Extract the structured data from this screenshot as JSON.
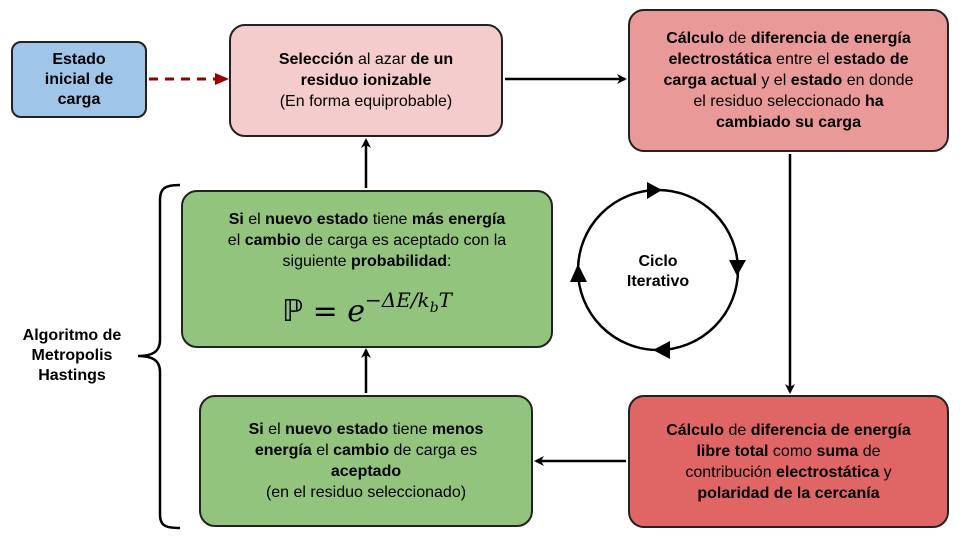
{
  "diagram": {
    "initial_state": {
      "line1": "Estado",
      "line2": "inicial de",
      "line3": "carga"
    },
    "selection": {
      "line1_bold_a": "Selección",
      "line1_mid": " al azar ",
      "line1_bold_b": "de un",
      "line2_bold": "residuo ionizable",
      "line3": "(En forma equiprobable)"
    },
    "electrostatic_calc": {
      "line1_bold_a": "Cálculo",
      "line1_mid": " de ",
      "line1_bold_b": "diferencia de energía",
      "line2_bold": "electrostática",
      "line2_mid": " entre el ",
      "line2_bold_b": "estado de",
      "line3_bold": "carga actual",
      "line3_mid": " y el ",
      "line3_bold_b": "estado",
      "line3_end": " en donde",
      "line4": "el residuo seleccionado ",
      "line4_bold": "ha",
      "line5_bold": "cambiado su carga"
    },
    "total_calc": {
      "line1_bold_a": "Cálculo",
      "line1_mid": " de ",
      "line1_bold_b": "diferencia de energía",
      "line2_bold": "libre total",
      "line2_mid": " como ",
      "line2_bold_b": "suma",
      "line2_end": " de",
      "line3": "contribución ",
      "line3_bold": "electrostática",
      "line3_end": " y",
      "line4_bold": "polaridad de la cercanía"
    },
    "less_energy": {
      "line1_bold_a": "Si",
      "line1_mid": " el ",
      "line1_bold_b": "nuevo estado",
      "line1_mid2": " tiene ",
      "line1_bold_c": "menos",
      "line2_bold": "energía",
      "line2_mid": " el ",
      "line2_bold_b": "cambio",
      "line2_end": " de carga es",
      "line3_bold": "aceptado",
      "line4": "(en el residuo seleccionado)"
    },
    "more_energy": {
      "line1_bold_a": "Si",
      "line1_mid": " el ",
      "line1_bold_b": "nuevo estado",
      "line1_mid2": " tiene ",
      "line1_bold_c": "más energía",
      "line2": "el ",
      "line2_bold": "cambio",
      "line2_end": " de carga es aceptado con la",
      "line3": "siguiente ",
      "line3_bold": "probabilidad",
      "line3_end": ":",
      "formula_lhs": "ℙ",
      "formula_eq": " = ",
      "formula_base": "e",
      "formula_exp": "−ΔE/k_bT"
    },
    "cycle": {
      "line1": "Ciclo",
      "line2": "Iterativo"
    },
    "algorithm": {
      "line1": "Algoritmo de",
      "line2": "Metropolis",
      "line3": "Hastings"
    }
  },
  "colors": {
    "initial_fill": "#9fc5e8",
    "selection_fill": "#f4cccc",
    "electro_fill": "#ea9999",
    "total_fill": "#e06666",
    "green_fill": "#93c47d",
    "dashed_arrow": "#990000",
    "stroke": "#000000"
  }
}
